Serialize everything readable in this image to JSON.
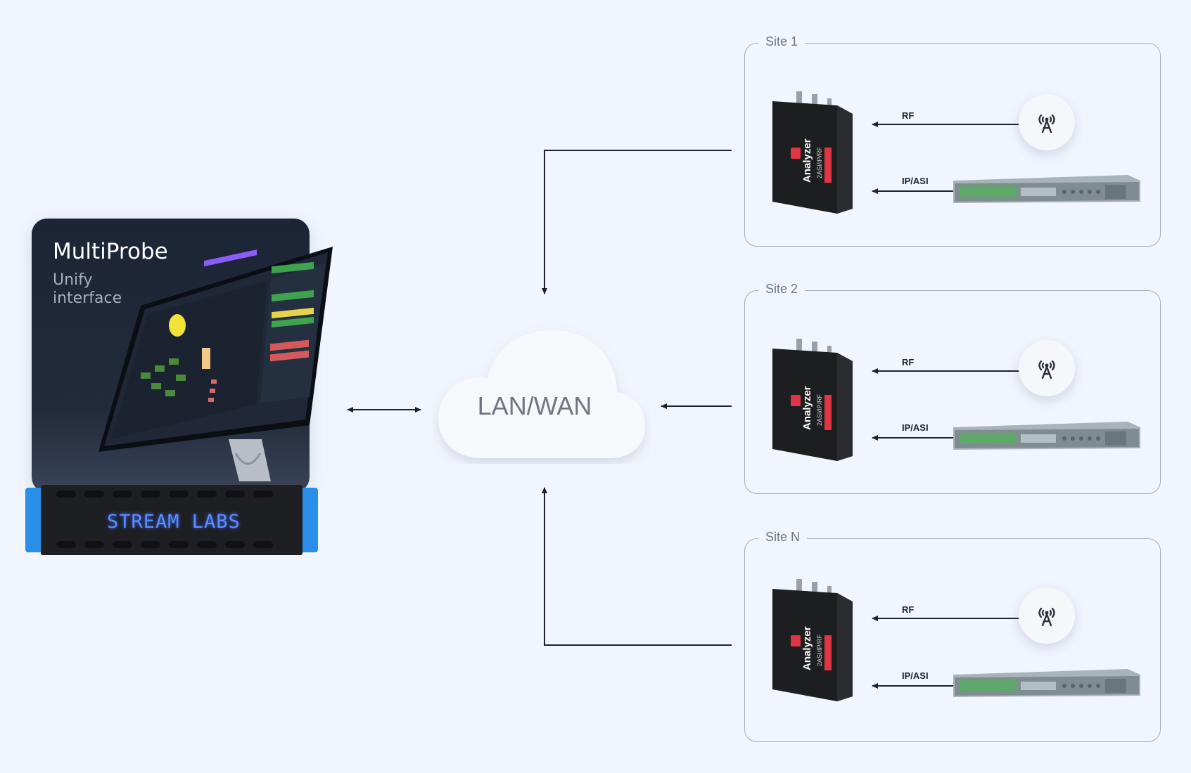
{
  "multiprobe": {
    "title": "MultiProbe",
    "subtitle": "Unify interface",
    "rack_brand": "STREAM LABS"
  },
  "network": {
    "label": "LAN/WAN"
  },
  "sites": [
    {
      "label": "Site 1",
      "analyzer_title": "Analyzer",
      "analyzer_sub": "2ASI/IP/RF",
      "rf_label": "RF",
      "ipasi_label": "IP/ASI"
    },
    {
      "label": "Site 2",
      "analyzer_title": "Analyzer",
      "analyzer_sub": "2ASI/IP/RF",
      "rf_label": "RF",
      "ipasi_label": "IP/ASI"
    },
    {
      "label": "Site N",
      "analyzer_title": "Analyzer",
      "analyzer_sub": "2ASI/IP/RF",
      "rf_label": "RF",
      "ipasi_label": "IP/ASI"
    }
  ],
  "icons": {
    "antenna": "antenna-icon",
    "cloud": "cloud-icon"
  },
  "colors": {
    "background": "#f1f5fd",
    "card_dark": "#1c2536",
    "rack_blue": "#2a8fe8",
    "analyzer_red": "#e03542",
    "arrow": "#1c2330"
  }
}
